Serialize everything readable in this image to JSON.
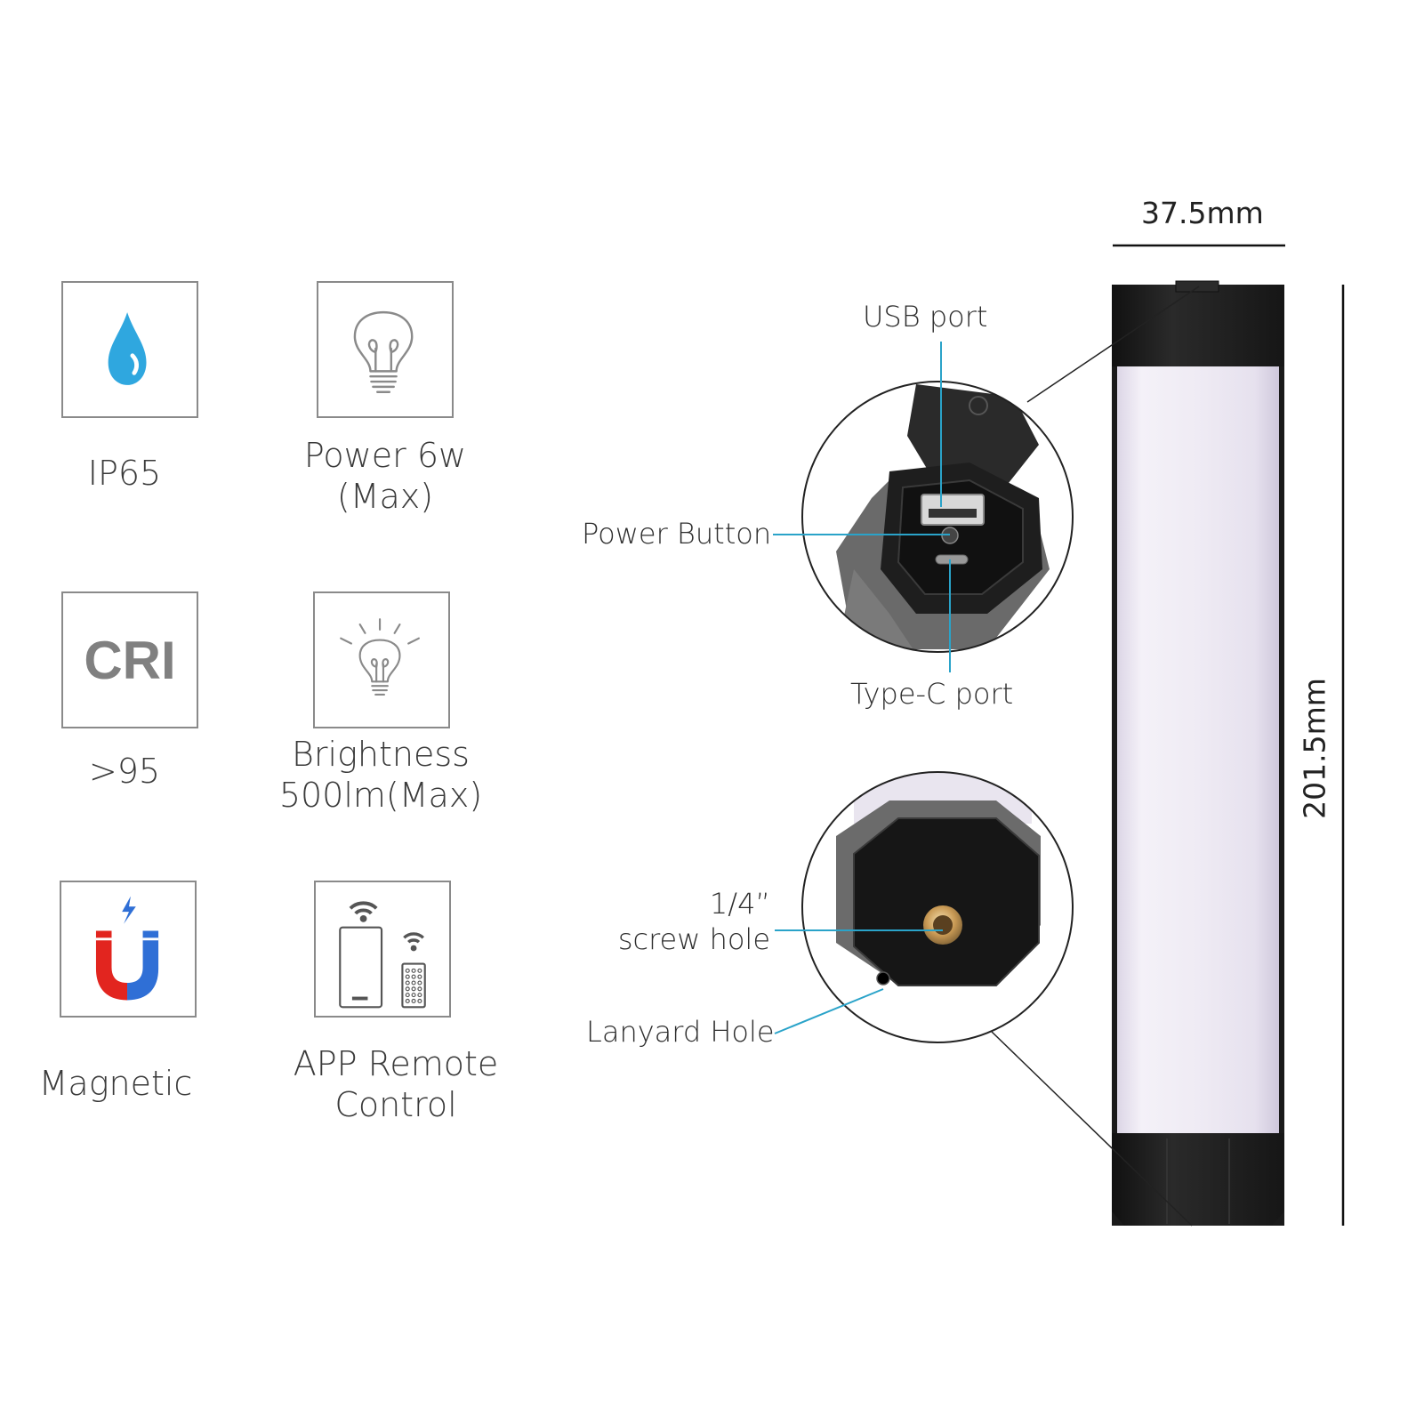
{
  "features": [
    {
      "name": "ip65",
      "label": "IP65",
      "icon": "water-drop-icon"
    },
    {
      "name": "power",
      "label": "Power 6w\n(Max)",
      "icon": "light-bulb-icon"
    },
    {
      "name": "cri",
      "icon_text": "CRI",
      "label": ">95",
      "icon": "cri-icon"
    },
    {
      "name": "brightness",
      "label": "Brightness\n500lm(Max)",
      "icon": "bright-bulb-icon"
    },
    {
      "name": "magnetic",
      "label": "Magnetic",
      "icon": "magnet-icon"
    },
    {
      "name": "app-remote",
      "label": "APP Remote\nControl",
      "icon": "phone-remote-icon"
    }
  ],
  "callouts": {
    "usb_port": "USB port",
    "power_button": "Power Button",
    "type_c_port": "Type-C port",
    "screw_hole": "1/4”\nscrew hole",
    "lanyard_hole": "Lanyard Hole"
  },
  "dimensions": {
    "width": "37.5mm",
    "height": "201.5mm"
  },
  "colors": {
    "accent_line": "#2aa3c9",
    "drop_blue": "#2fa7df",
    "magnet_red": "#e2251f",
    "magnet_blue": "#2f6fd6",
    "box_border": "#8a8a8a",
    "tube_body": "#ece8f2",
    "endcap": "#1c1c1c"
  }
}
